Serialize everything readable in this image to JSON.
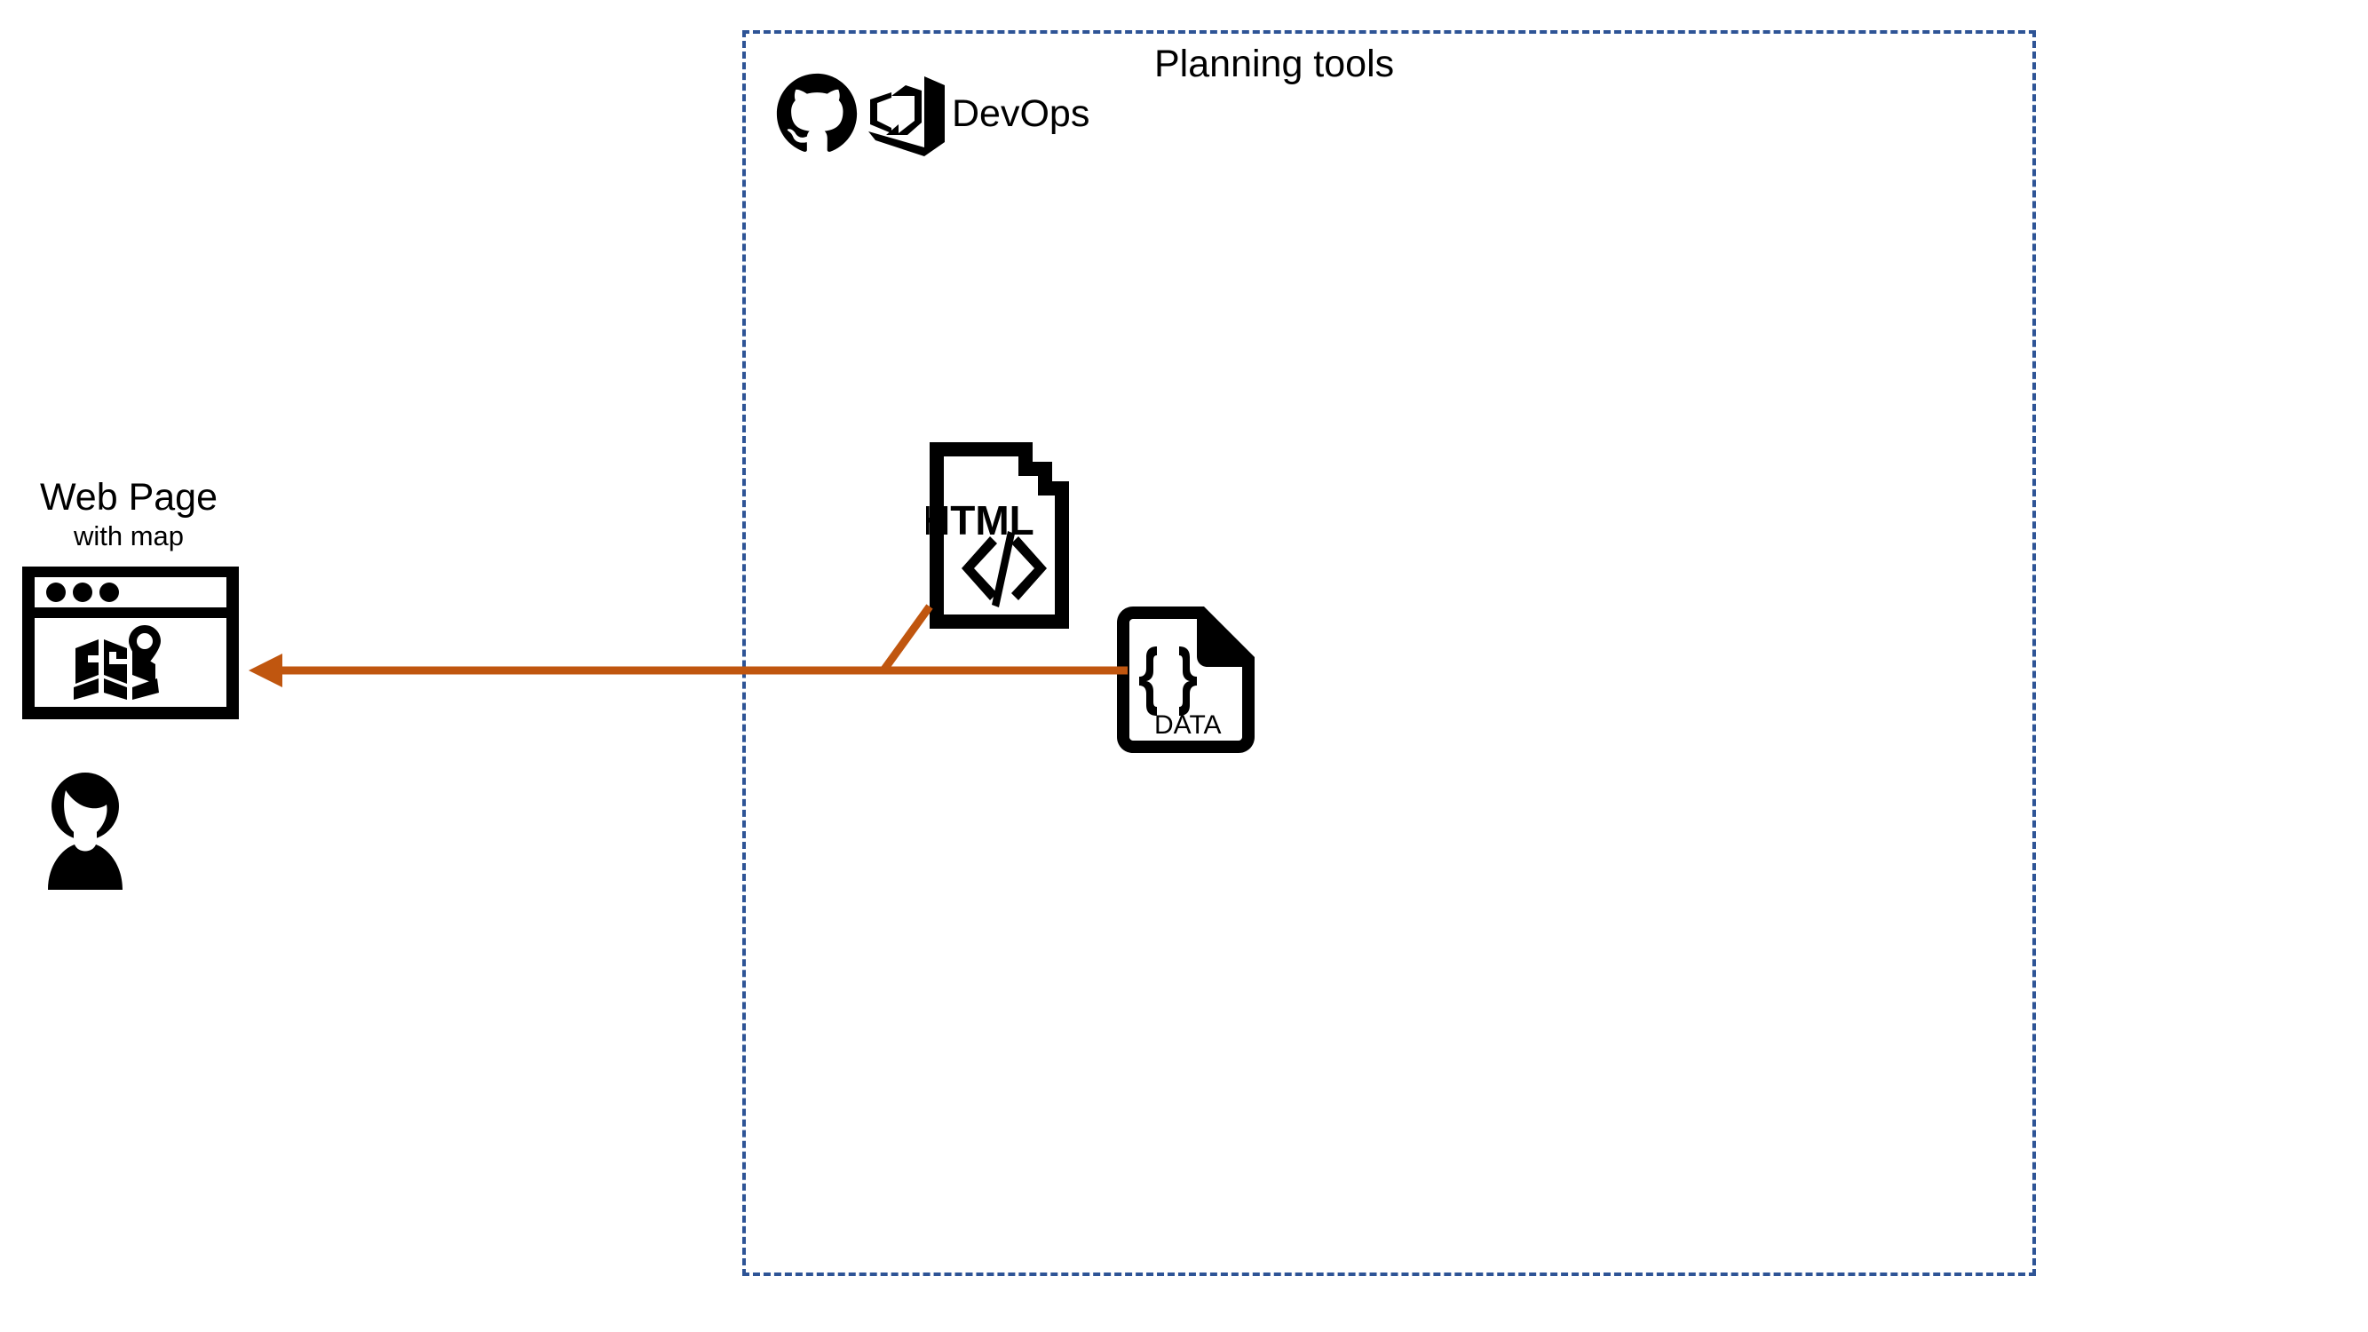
{
  "diagram": {
    "type": "architecture-flow",
    "background": "#ffffff",
    "colors": {
      "group_border": "#2E5496",
      "arrow": "#C0560F",
      "icon": "#000000",
      "text": "#000000"
    }
  },
  "planning_group": {
    "title": "Planning tools",
    "border_style": "dashed",
    "tools": [
      {
        "icon": "github-icon",
        "label": ""
      },
      {
        "icon": "azure-devops-icon",
        "label": "DevOps"
      }
    ]
  },
  "artifacts": [
    {
      "id": "html-file",
      "icon": "html-file-icon",
      "label": "HTML",
      "glyph": "</>"
    },
    {
      "id": "data-file",
      "icon": "data-file-icon",
      "label": "DATA",
      "glyph": "{ }"
    }
  ],
  "output": {
    "title": "Web Page",
    "subtitle": "with map",
    "icon": "web-page-map-icon",
    "viewer_icon": "user-avatar-icon"
  },
  "connections": [
    {
      "id": "data-flow-arrow",
      "from": "data-file",
      "branch_from": "html-file",
      "to": "web-page",
      "direction": "left",
      "color": "#C0560F"
    }
  ]
}
